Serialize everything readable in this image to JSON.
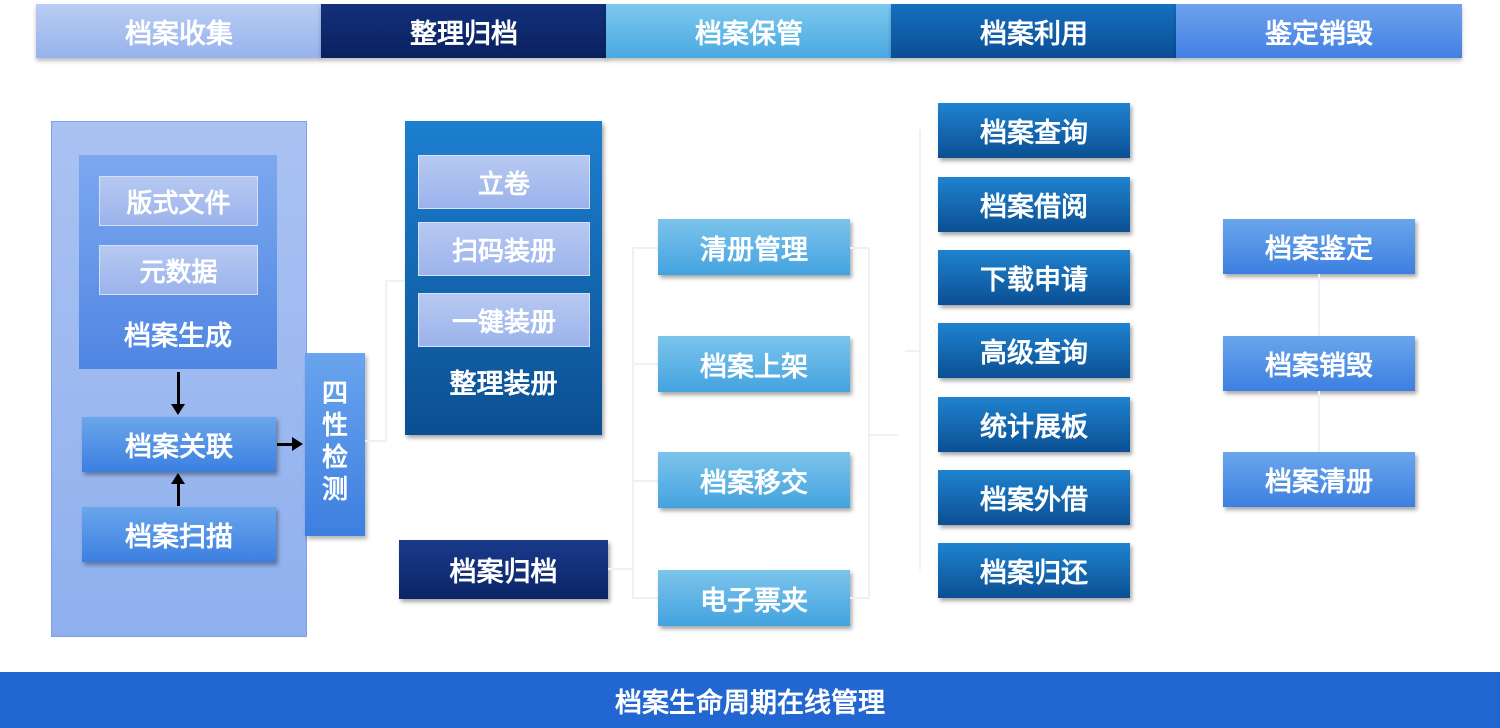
{
  "header_tabs": [
    "档案收集",
    "整理归档",
    "档案保管",
    "档案利用",
    "鉴定销毁"
  ],
  "collect": {
    "inner_items": [
      "版式文件",
      "元数据"
    ],
    "inner_title": "档案生成",
    "link": "档案关联",
    "scan": "档案扫描"
  },
  "check": "四性检测",
  "organize": {
    "items": [
      "立卷",
      "扫码装册",
      "一键装册"
    ],
    "title": "整理装册"
  },
  "archive": "档案归档",
  "storage": [
    "清册管理",
    "档案上架",
    "档案移交",
    "电子票夹"
  ],
  "utilize": [
    "档案查询",
    "档案借阅",
    "下载申请",
    "高级查询",
    "统计展板",
    "档案外借",
    "档案归还"
  ],
  "appraise": [
    "档案鉴定",
    "档案销毁",
    "档案清册"
  ],
  "footer": "档案生命周期在线管理",
  "colors": {
    "tab1": "#a6bff0",
    "tab2": "#0d2a6b",
    "tab3": "#5cb6e8",
    "tab4": "#0e5aa6",
    "tab5": "#4f8be6",
    "footer": "#2266d1"
  }
}
